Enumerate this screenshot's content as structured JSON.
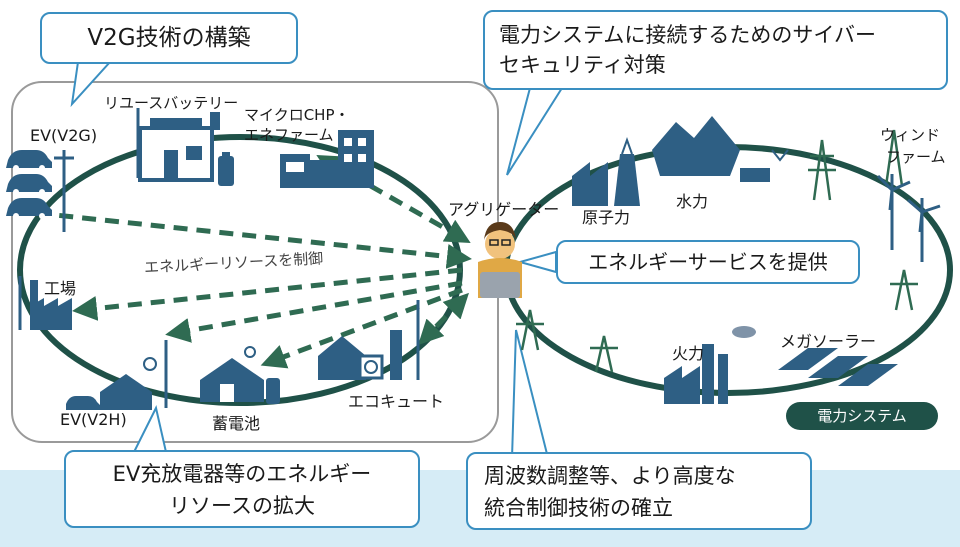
{
  "callouts": {
    "v2g": "V2G技術の構築",
    "cyber_line1": "電力システムに接続するためのサイバー",
    "cyber_line2": "セキュリティ対策",
    "service": "エネルギーサービスを提供",
    "expansion_line1": "EV充放電器等のエネルギー",
    "expansion_line2": "リソースの拡大",
    "control_line1": "周波数調整等、より高度な",
    "control_line2": "統合制御技術の確立"
  },
  "labels": {
    "reuse_battery": "リユースバッテリー",
    "ev_v2g": "EV(V2G)",
    "micro_chp_line1": "マイクロCHP・",
    "micro_chp_line2": "エネファーム",
    "factory": "工場",
    "control_text": "エネルギーリソースを制御",
    "ev_v2h": "EV(V2H)",
    "storage": "蓄電池",
    "ecocute": "エコキュート",
    "aggregator": "アグリゲーター",
    "nuclear": "原子力",
    "hydro": "水力",
    "wind_line1": "ウィンド",
    "wind_line2": "ファーム",
    "thermal": "火力",
    "mega_solar": "メガソーラー",
    "power_system": "電力システム"
  },
  "colors": {
    "ring": "#1f5148",
    "arrow": "#2f6b52",
    "icon": "#2e5f84",
    "callout_border": "#3a8fc1",
    "band": "#d6ecf6"
  }
}
